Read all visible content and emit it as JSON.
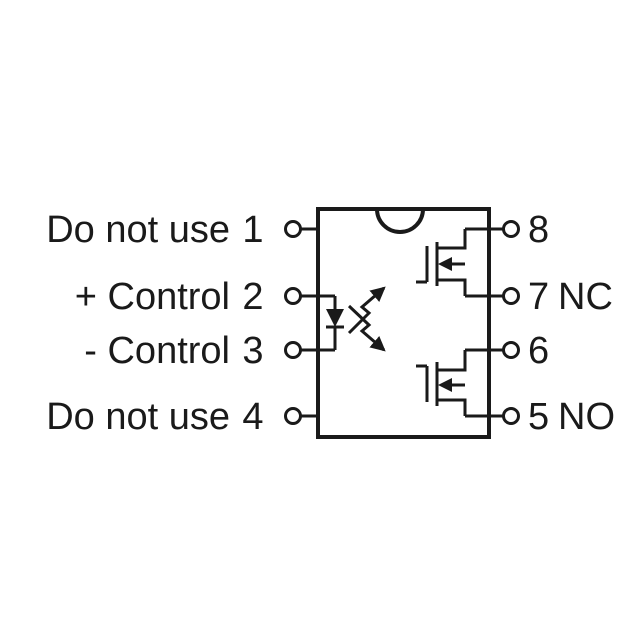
{
  "diagram": {
    "kind": "relay-pinout-schematic",
    "colors": {
      "stroke": "#1a1a1a",
      "background": "#ffffff"
    },
    "pins_left": [
      {
        "name": "Do not use",
        "number": "1"
      },
      {
        "name": "+ Control",
        "number": "2"
      },
      {
        "name": "- Control",
        "number": "3"
      },
      {
        "name": "Do not use",
        "number": "4"
      }
    ],
    "pins_right": [
      {
        "number": "8",
        "name": ""
      },
      {
        "number": "7",
        "name": "NC"
      },
      {
        "number": "6",
        "name": ""
      },
      {
        "number": "5",
        "name": "NO"
      }
    ],
    "components": {
      "led": "input-led",
      "photon_arrows": "light-coupling-arrows",
      "mosfet_top": "output-mosfet-top",
      "mosfet_bottom": "output-mosfet-bottom"
    }
  }
}
